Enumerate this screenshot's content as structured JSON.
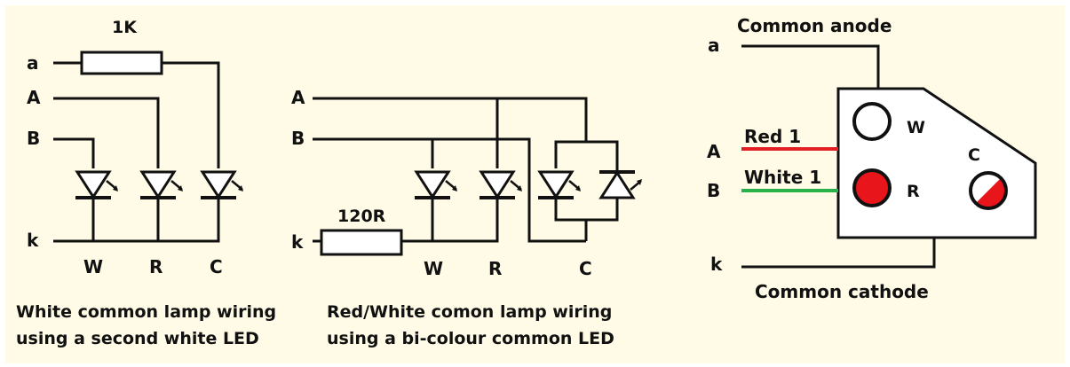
{
  "diagram1": {
    "resistor": "1K",
    "inputs": [
      "a",
      "A",
      "B",
      "k"
    ],
    "leds": [
      "W",
      "R",
      "C"
    ],
    "caption": [
      "White common lamp wiring",
      "using a second white LED"
    ]
  },
  "diagram2": {
    "resistor": "120R",
    "inputs": [
      "A",
      "B",
      "k"
    ],
    "leds": [
      "W",
      "R",
      "C"
    ],
    "caption": [
      "Red/White comon lamp wiring",
      "using a bi-colour common LED"
    ]
  },
  "diagram3": {
    "anode_label": "Common anode",
    "cathode_label": "Common cathode",
    "inputs": [
      "a",
      "A",
      "B",
      "k"
    ],
    "wire_labels": [
      "Red 1",
      "White 1"
    ],
    "lamp_labels": [
      "W",
      "R",
      "C"
    ],
    "colors": {
      "red_wire": "#e11f25",
      "green_wire": "#27b24a",
      "lamp_red": "#e8151b",
      "lamp_white": "#ffffff",
      "background": "#fffbe6"
    }
  }
}
